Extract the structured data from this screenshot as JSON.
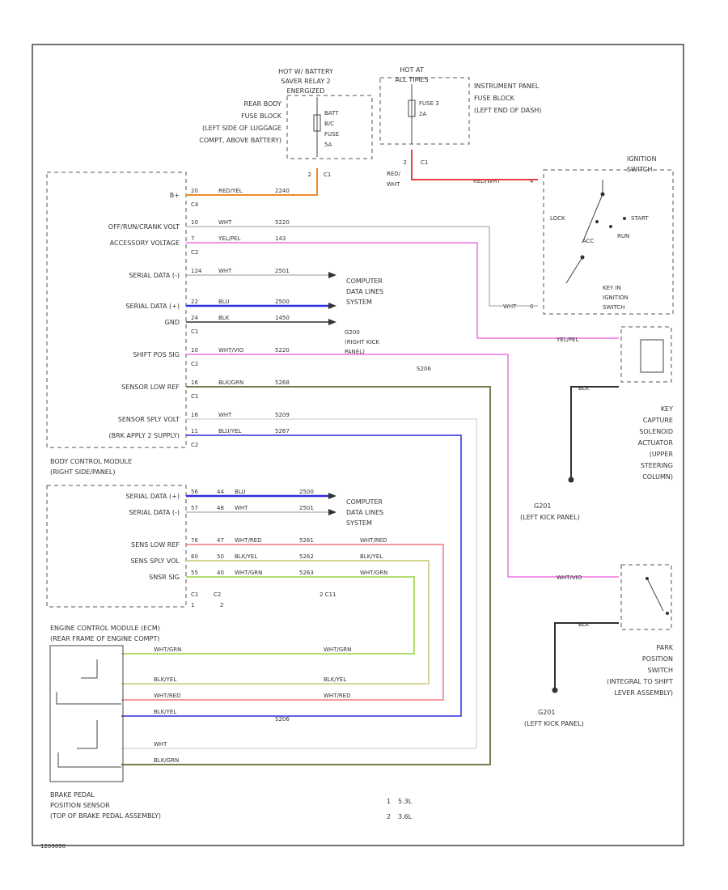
{
  "colors": {
    "orange": "#f08a28",
    "red": "#e84040",
    "gray": "#9a9a9a",
    "pink": "#f070e0",
    "blue": "#2c2ce0",
    "black": "#303030",
    "olive": "#7a7a50",
    "yellowgreen": "#9ad040",
    "pinkred": "#f07878",
    "yellowish": "#c8c870"
  },
  "top": {
    "battery_saver": [
      "HOT W/ BATTERY",
      "SAVER RELAY 2",
      "ENERGIZED"
    ],
    "rear_fuse_block": [
      "REAR BODY",
      "FUSE BLOCK",
      "(LEFT SIDE OF LUGGAGE",
      "COMPT, ABOVE BATTERY)"
    ],
    "fuse_batt": [
      "BATT",
      "B/C",
      "FUSE",
      "5A"
    ],
    "fuse_batt_conn": [
      "2",
      "C1"
    ],
    "hot_at_all_times": [
      "HOT AT",
      "ALL TIMES"
    ],
    "fuse_3": [
      "FUSE 3",
      "2A"
    ],
    "fuse_3_conn": [
      "2",
      "C1"
    ],
    "ipanel_fuse_block": [
      "INSTRUMENT PANEL",
      "FUSE BLOCK",
      "(LEFT END OF DASH)"
    ],
    "red_wht": [
      "RED/",
      "WHT"
    ]
  },
  "ignition": {
    "title": [
      "IGNITION",
      "SWITCH"
    ],
    "wire_in": "RED/WHT",
    "wire_in_pin": "4",
    "lock": "LOCK",
    "acc": "ACC",
    "start": "START",
    "run": "RUN",
    "key_in": [
      "KEY IN",
      "IGNITION",
      "SWITCH"
    ],
    "wht_pin": "WHT",
    "wht_pin_num": "6"
  },
  "bcm": {
    "pins": [
      {
        "label": "B+",
        "pin": "20",
        "color": "RED/YEL",
        "circuit": "2240",
        "conn": "C4"
      },
      {
        "label": "OFF/RUN/CRANK VOLT",
        "pin": "10",
        "color": "WHT",
        "circuit": "5220",
        "conn": ""
      },
      {
        "label": "ACCESSORY VOLTAGE",
        "pin": "7",
        "color": "YEL/PEL",
        "circuit": "143",
        "conn": "C2"
      },
      {
        "label": "SERIAL DATA (-)",
        "pin": "124",
        "color": "WHT",
        "circuit": "2501",
        "conn": ""
      },
      {
        "label": "SERIAL DATA (+)",
        "pin": "22",
        "color": "BLU",
        "circuit": "2500",
        "conn": ""
      },
      {
        "label": "GND",
        "pin": "24",
        "color": "BLK",
        "circuit": "1450",
        "conn": "C1"
      },
      {
        "label": "SHIFT POS SIG",
        "pin": "10",
        "color": "WHT/VIO",
        "circuit": "5220",
        "conn": "C2"
      },
      {
        "label": "SENSOR LOW REF",
        "pin": "16",
        "color": "BLK/GRN",
        "circuit": "5268",
        "conn": "C1"
      },
      {
        "label": "SENSOR SPLY VOLT",
        "pin": "16",
        "color": "WHT",
        "circuit": "5209",
        "conn": ""
      },
      {
        "label": "(BRK APPLY 2 SUPPLY)",
        "pin": "11",
        "color": "BLU/YEL",
        "circuit": "5267",
        "conn": "C2"
      }
    ],
    "g200": [
      "G200",
      "(RIGHT KICK",
      "PANEL)"
    ],
    "s206": "S206",
    "computer_link_1": [
      "COMPUTER",
      "DATA LINES",
      "SYSTEM"
    ],
    "module_title": [
      "BODY CONTROL MODULE",
      "(RIGHT SIDE/PANEL)"
    ]
  },
  "bcm2": {
    "pins": [
      {
        "label": "SERIAL DATA (+)",
        "pin": "56",
        "pin2": "44",
        "color": "BLU",
        "circuit": "2500"
      },
      {
        "label": "SERIAL DATA (-)",
        "pin": "57",
        "pin2": "48",
        "color": "WHT",
        "circuit": "2501"
      },
      {
        "label": "SENS LOW REF",
        "pin": "76",
        "pin2": "47",
        "color": "WHT/RED",
        "circuit": "5261",
        "far": "WHT/RED"
      },
      {
        "label": "SENS SPLY VOL",
        "pin": "60",
        "pin2": "50",
        "color": "BLK/YEL",
        "circuit": "5262",
        "far": "BLK/YEL"
      },
      {
        "label": "SNSR SIG",
        "pin": "55",
        "pin2": "40",
        "color": "WHT/GRN",
        "circuit": "5263",
        "far": "WHT/GRN"
      }
    ],
    "conn": [
      "C1",
      "C2"
    ],
    "conn2": [
      "1",
      "2"
    ],
    "conn_name": "2 C11",
    "computer_link_2": [
      "COMPUTER",
      "DATA LINES",
      "SYSTEM"
    ]
  },
  "ecm": {
    "title": [
      "ENGINE CONTROL MODULE (ECM)",
      "(REAR FRAME OF ENGINE COMPT)"
    ],
    "rows": [
      "WHT/GRN",
      "BLK/YEL",
      "WHT/RED",
      "BLK/YEL",
      "WHT",
      "BLK/GRN"
    ],
    "rows_right": [
      "WHT/GRN",
      "BLK/YEL",
      "WHT/RED"
    ],
    "s206": "S206"
  },
  "brake_sensor": [
    "BRAKE PEDAL",
    "POSITION SENSOR",
    "(TOP OF BRAKE PEDAL ASSEMBLY)"
  ],
  "legend": [
    [
      "1",
      "5.3L"
    ],
    [
      "2",
      "3.6L"
    ]
  ],
  "key_capture": [
    "KEY",
    "CAPTURE",
    "SOLENOID",
    "ACTUATOR",
    "(UPPER",
    "STEERING",
    "COLUMN)"
  ],
  "key_capture_wire": "YEL/PEL",
  "key_capture_blk": "BLK",
  "g201a": [
    "G201",
    "(LEFT KICK PANEL)"
  ],
  "park": [
    "PARK",
    "POSITION",
    "SWITCH",
    "(INTEGRAL TO SHIFT",
    "LEVER ASSEMBLY)"
  ],
  "park_wire": "WHT/VIO",
  "park_blk": "BLK",
  "g201b": [
    "G201",
    "(LEFT KICK PANEL)"
  ],
  "footer": "1209890"
}
